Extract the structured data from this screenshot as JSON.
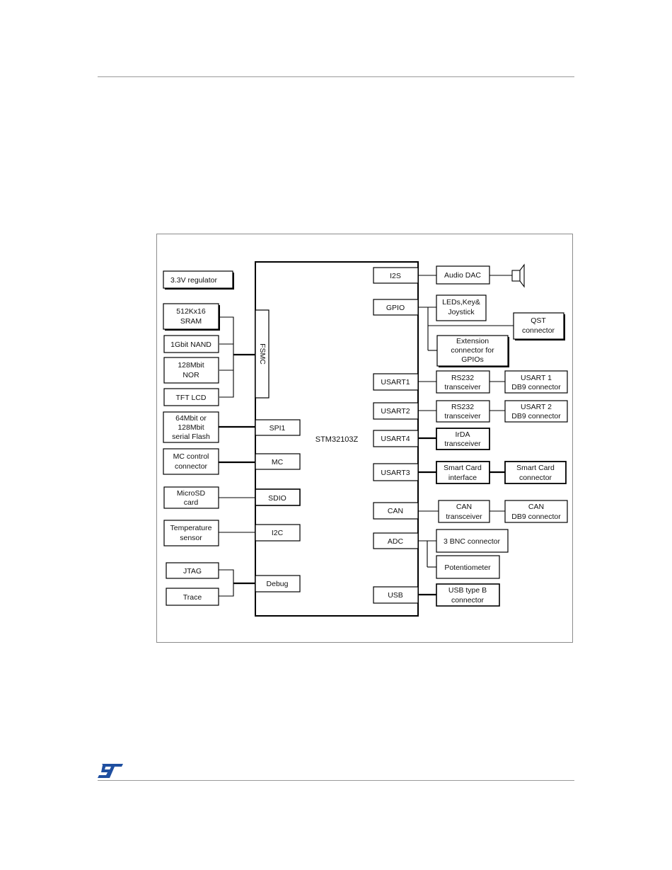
{
  "diagram": {
    "mcu": "STM32103Z",
    "left": {
      "regulator": "3.3V regulator",
      "sram": [
        "512Kx16",
        "SRAM"
      ],
      "nand": "1Gbit NAND",
      "nor": [
        "128Mbit",
        "NOR"
      ],
      "tft": "TFT LCD",
      "flash": [
        "64Mbit or",
        "128Mbit",
        "serial Flash"
      ],
      "mc_conn": [
        "MC control",
        "connector"
      ],
      "microsd": [
        "MicroSD",
        "card"
      ],
      "temp": [
        "Temperature",
        "sensor"
      ],
      "jtag": "JTAG",
      "trace": "Trace"
    },
    "mcu_left_ports": {
      "fsmc": "FSMC",
      "spi1": "SPI1",
      "mc": "MC",
      "sdio": "SDIO",
      "i2c": "I2C",
      "debug": "Debug"
    },
    "mcu_right_ports": {
      "i2s": "I2S",
      "gpio": "GPIO",
      "usart1": "USART1",
      "usart2": "USART2",
      "usart4": "USART4",
      "usart3": "USART3",
      "can": "CAN",
      "adc": "ADC",
      "usb": "USB"
    },
    "right": {
      "audio_dac": "Audio DAC",
      "leds": [
        "LEDs,Key&",
        "Joystick"
      ],
      "qst": [
        "QST",
        "connector"
      ],
      "ext": [
        "Extension",
        "connector for",
        "GPIOs"
      ],
      "rs232_1": [
        "RS232",
        "transceiver"
      ],
      "db9_1": [
        "USART 1",
        "DB9 connector"
      ],
      "rs232_2": [
        "RS232",
        "transceiver"
      ],
      "db9_2": [
        "USART 2",
        "DB9 connector"
      ],
      "irda": [
        "IrDA",
        "transceiver"
      ],
      "smart_if": [
        "Smart Card",
        "interface"
      ],
      "smart_conn": [
        "Smart Card",
        "connector"
      ],
      "can_tr": [
        "CAN",
        "transceiver"
      ],
      "can_db9": [
        "CAN",
        "DB9 connector"
      ],
      "bnc": "3 BNC connector",
      "pot": "Potentiometer",
      "usb_b": [
        "USB type B",
        "connector"
      ]
    }
  }
}
